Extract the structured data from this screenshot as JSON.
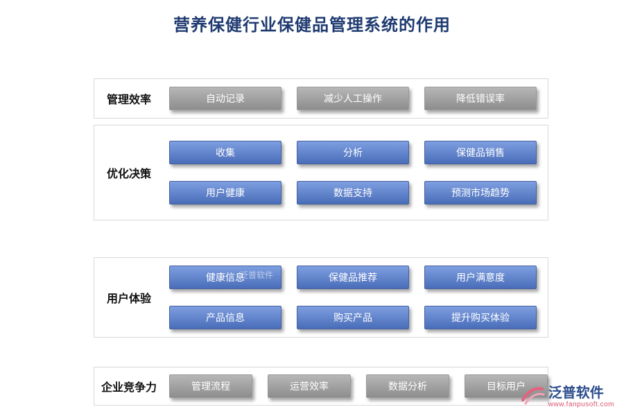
{
  "title": "营养保健行业保健品管理系统的作用",
  "watermark": "泛普软件",
  "colors": {
    "title": "#1e3a70",
    "blue_button_top": "#7e9fe0",
    "blue_button_bottom": "#4a6db9",
    "gray_button_top": "#b7b7b7",
    "gray_button_bottom": "#8d8d8d",
    "section_border": "#d8d8d8",
    "logo_blue": "#2b4c8c",
    "logo_red": "#d9556e"
  },
  "sections": [
    {
      "label": "管理效率",
      "style": "gray",
      "rows": [
        [
          "自动记录",
          "减少人工操作",
          "降低错误率"
        ]
      ]
    },
    {
      "label": "优化决策",
      "style": "blue",
      "rows": [
        [
          "收集",
          "分析",
          "保健品销售"
        ],
        [
          "用户健康",
          "数据支持",
          "预测市场趋势"
        ]
      ]
    },
    {
      "label": "用户体验",
      "style": "blue",
      "rows": [
        [
          "健康信息",
          "保健品推荐",
          "用户满意度"
        ],
        [
          "产品信息",
          "购买产品",
          "提升购买体验"
        ]
      ]
    },
    {
      "label": "企业竞争力",
      "style": "gray",
      "rows": [
        [
          "管理流程",
          "运营效率",
          "数据分析",
          "目标用户"
        ]
      ]
    }
  ],
  "logo": {
    "name": "泛普软件",
    "url": "www.fanpusoft.com"
  }
}
